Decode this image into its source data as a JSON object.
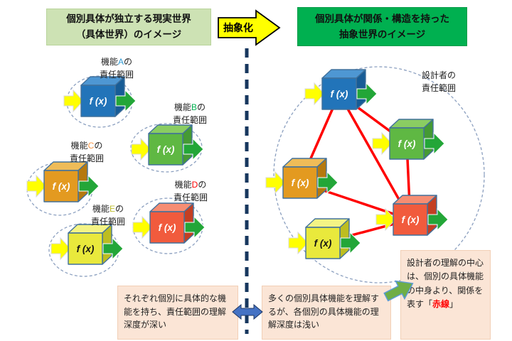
{
  "header": {
    "left_box_line1": "個別具体が独立する現実世界",
    "left_box_line2": "（具体世界）のイメージ",
    "abstraction_label": "抽象化",
    "right_box_line1": "個別具体が関係・構造を持った",
    "right_box_line2": "抽象世界のイメージ"
  },
  "cube_label": "f (x)",
  "left_groups": [
    {
      "prefix": "機能",
      "letter": "A",
      "suffix": "の",
      "line2": "責任範囲",
      "letter_style": "color:#2E9BD6"
    },
    {
      "prefix": "機能",
      "letter": "B",
      "suffix": "の",
      "line2": "責任範囲",
      "letter_style": "color:#00B050"
    },
    {
      "prefix": "機能",
      "letter": "C",
      "suffix": "の",
      "line2": "責任範囲",
      "letter_style": "color:#F79646"
    },
    {
      "prefix": "機能",
      "letter": "D",
      "suffix": "の",
      "line2": "責任範囲",
      "letter_style": "color:#FF0000"
    },
    {
      "prefix": "機能",
      "letter": "E",
      "suffix": "の",
      "line2": "責任範囲",
      "letter_style": "color:#BDBD2E"
    }
  ],
  "right_side": {
    "designer_line1": "設計者の",
    "designer_line2": "責任範囲",
    "relations": [
      [
        "A",
        "C"
      ],
      [
        "A",
        "D"
      ],
      [
        "A",
        "B"
      ],
      [
        "B",
        "D"
      ],
      [
        "C",
        "D"
      ],
      [
        "E",
        "D"
      ]
    ]
  },
  "notes": {
    "left": "それぞれ個別に具体的な機能を持ち、責任範囲の理解深度が深い",
    "middle": "多くの個別具体機能を理解するが、各個別の具体機能の理解深度は浅い",
    "right_before": "設計者の理解の中心は、個別の具体機能の中身より、関係を表す「",
    "right_red": "赤線",
    "right_after": "」"
  },
  "colors": {
    "cube_blue": "#2274B9",
    "cube_green": "#5FB843",
    "cube_orange": "#E39A20",
    "cube_red": "#F15B3D",
    "cube_yellow": "#E9E93C",
    "relation_line": "#FF0000",
    "abstraction_arrow": "#FFFF00",
    "header_left_bg": "#CDE2B4",
    "header_right_bg": "#00B050",
    "note_bg": "#FBE5D6",
    "connector_blue": "#4472C4",
    "connector_green": "#6FAE46"
  }
}
